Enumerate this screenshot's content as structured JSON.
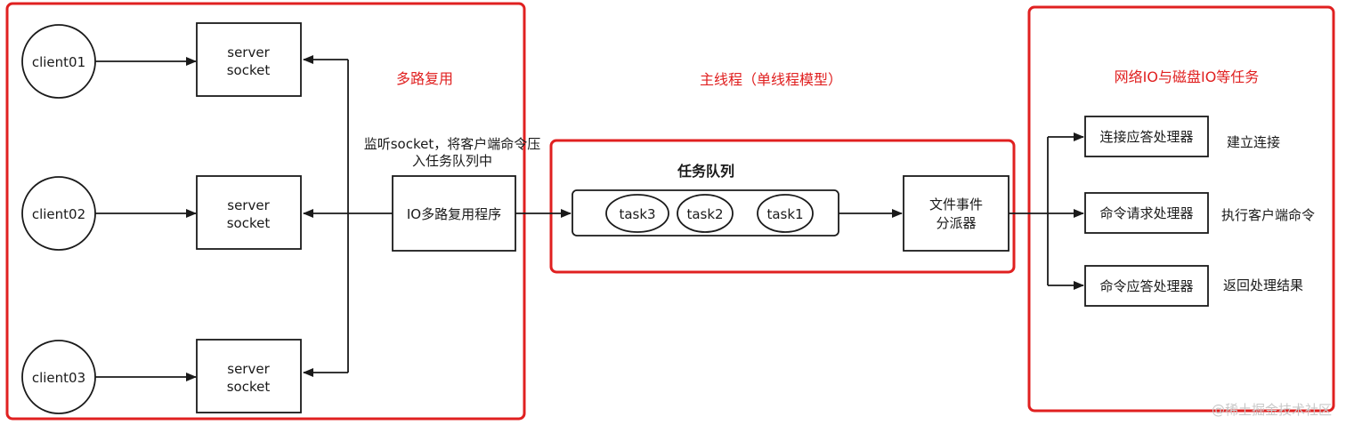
{
  "regions": {
    "multiplex": "多路复用",
    "main_thread": "主线程（单线程模型）",
    "io_tasks": "网络IO与磁盘IO等任务"
  },
  "clients": [
    "client01",
    "client02",
    "client03"
  ],
  "server_socket": {
    "line1": "server",
    "line2": "socket"
  },
  "listen_note": {
    "line1": "监听socket，将客户端命令压",
    "line2": "入任务队列中"
  },
  "io_program": "IO多路复用程序",
  "task_queue": {
    "title": "任务队列",
    "tasks": [
      "task3",
      "task2",
      "task1"
    ]
  },
  "dispatcher": {
    "line1": "文件事件",
    "line2": "分派器"
  },
  "handlers": [
    {
      "name": "连接应答处理器",
      "desc": "建立连接"
    },
    {
      "name": "命令请求处理器",
      "desc": "执行客户端命令"
    },
    {
      "name": "命令应答处理器",
      "desc": "返回处理结果"
    }
  ],
  "watermark": "@稀土掘金技术社区",
  "colors": {
    "accent_red": "#e02020",
    "stroke": "#1a1a1a"
  }
}
